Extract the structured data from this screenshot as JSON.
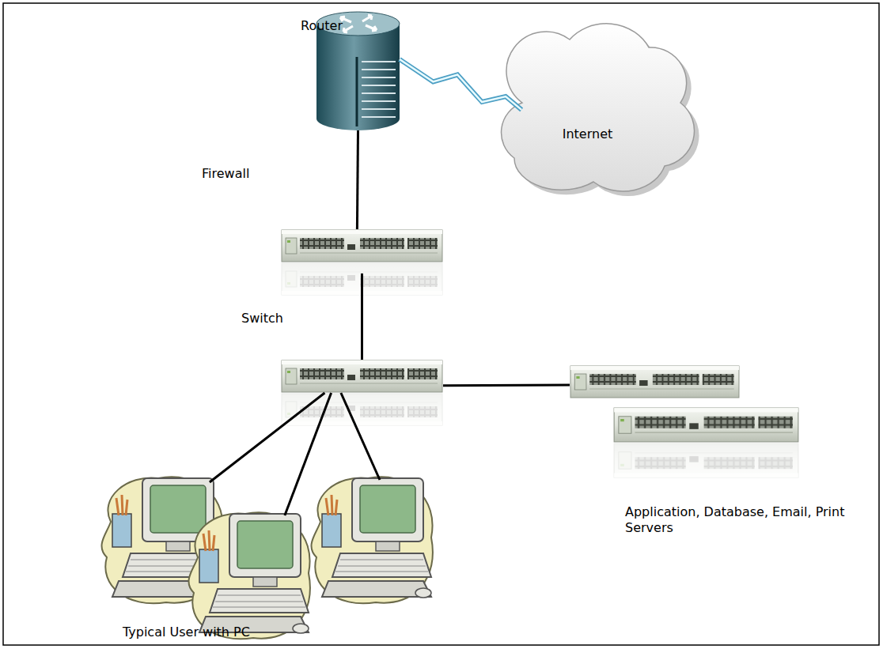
{
  "diagram": {
    "nodes": [
      {
        "text": [
          "Router"
        ]
      },
      {
        "text": [
          "Internet"
        ]
      },
      {
        "text": [
          "Firewall"
        ]
      },
      {
        "text": [
          "Switch"
        ]
      },
      {
        "text": [
          "Typical User with PC"
        ]
      },
      {
        "text": [
          "Application, Database, Email, Print Servers"
        ]
      }
    ],
    "edges": [
      {
        "from": 0,
        "to": 1,
        "arrow": "none"
      },
      {
        "from": 0,
        "to": 2,
        "arrow": "none"
      },
      {
        "from": 2,
        "to": 3,
        "arrow": "none"
      },
      {
        "from": 3,
        "to": 5,
        "arrow": "none"
      },
      {
        "from": 3,
        "to": 4,
        "arrow": "none"
      },
      {
        "from": 3,
        "to": 4,
        "arrow": "none"
      },
      {
        "from": 3,
        "to": 4,
        "arrow": "none"
      }
    ]
  }
}
